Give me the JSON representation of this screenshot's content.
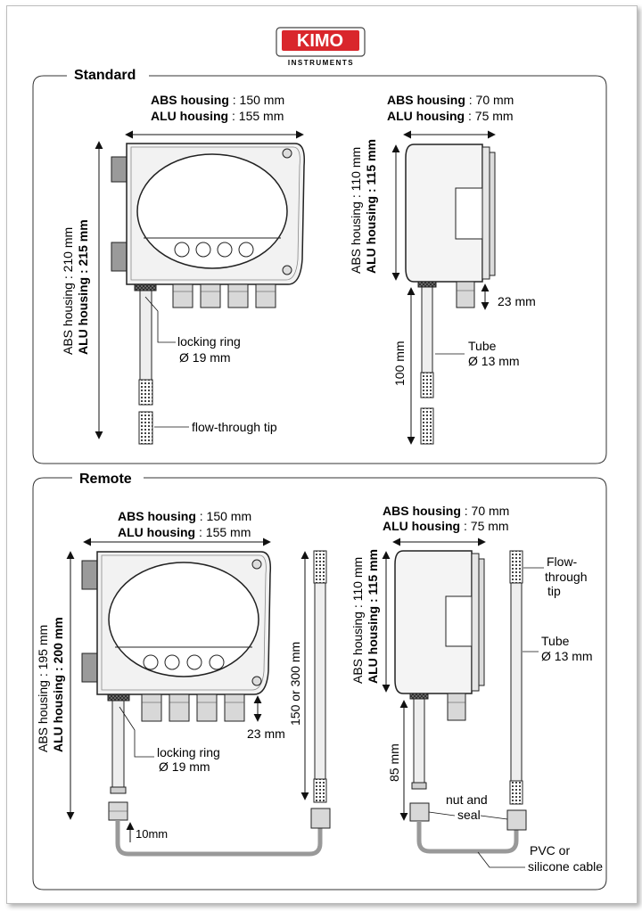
{
  "brand": {
    "logo": "KIMO",
    "tagline": "INSTRUMENTS",
    "accent_color": "#d9262c"
  },
  "standard": {
    "title": "Standard",
    "front": {
      "width_line1": {
        "label": "ABS housing",
        "value": " : 150 mm"
      },
      "width_line2": {
        "label": "ALU housing",
        "value": " : 155 mm"
      },
      "height_line1": "ABS housing : 210 mm",
      "height_line2": "ALU housing : 215 mm",
      "locking_ring_line1": "locking ring",
      "locking_ring_line2": "Ø 19 mm",
      "tip_label": "flow-through tip"
    },
    "side": {
      "width_line1": {
        "label": "ABS housing",
        "value": " : 70 mm"
      },
      "width_line2": {
        "label": "ALU housing",
        "value": " : 75 mm"
      },
      "height_line1": "ABS housing : 110 mm",
      "height_line2": "ALU housing : 115 mm",
      "gland_dim": "23 mm",
      "tube_line1": "Tube",
      "tube_line2": "Ø 13 mm",
      "probe_length": "100 mm"
    }
  },
  "remote": {
    "title": "Remote",
    "front": {
      "width_line1": {
        "label": "ABS housing",
        "value": " : 150 mm"
      },
      "width_line2": {
        "label": "ALU housing",
        "value": " : 155 mm"
      },
      "height_line1": "ABS housing : 195 mm",
      "height_line2": "ALU housing : 200 mm",
      "gland_dim": "23 mm",
      "locking_ring_line1": "locking ring",
      "locking_ring_line2": "Ø 19 mm",
      "ring_gap": "10mm",
      "probe_length": "150 or 300 mm"
    },
    "side": {
      "width_line1": {
        "label": "ABS housing",
        "value": " : 70 mm"
      },
      "width_line2": {
        "label": "ALU housing",
        "value": " : 75 mm"
      },
      "height_line1": "ABS housing : 110 mm",
      "height_line2": "ALU housing : 115 mm",
      "tip_line1": "Flow-",
      "tip_line2": "through",
      "tip_line3": "tip",
      "tube_line1": "Tube",
      "tube_line2": "Ø 13 mm",
      "probe_length": "85 mm",
      "nut_line1": "nut and",
      "nut_line2": "seal",
      "cable_line1": "PVC or",
      "cable_line2": "silicone cable"
    }
  }
}
